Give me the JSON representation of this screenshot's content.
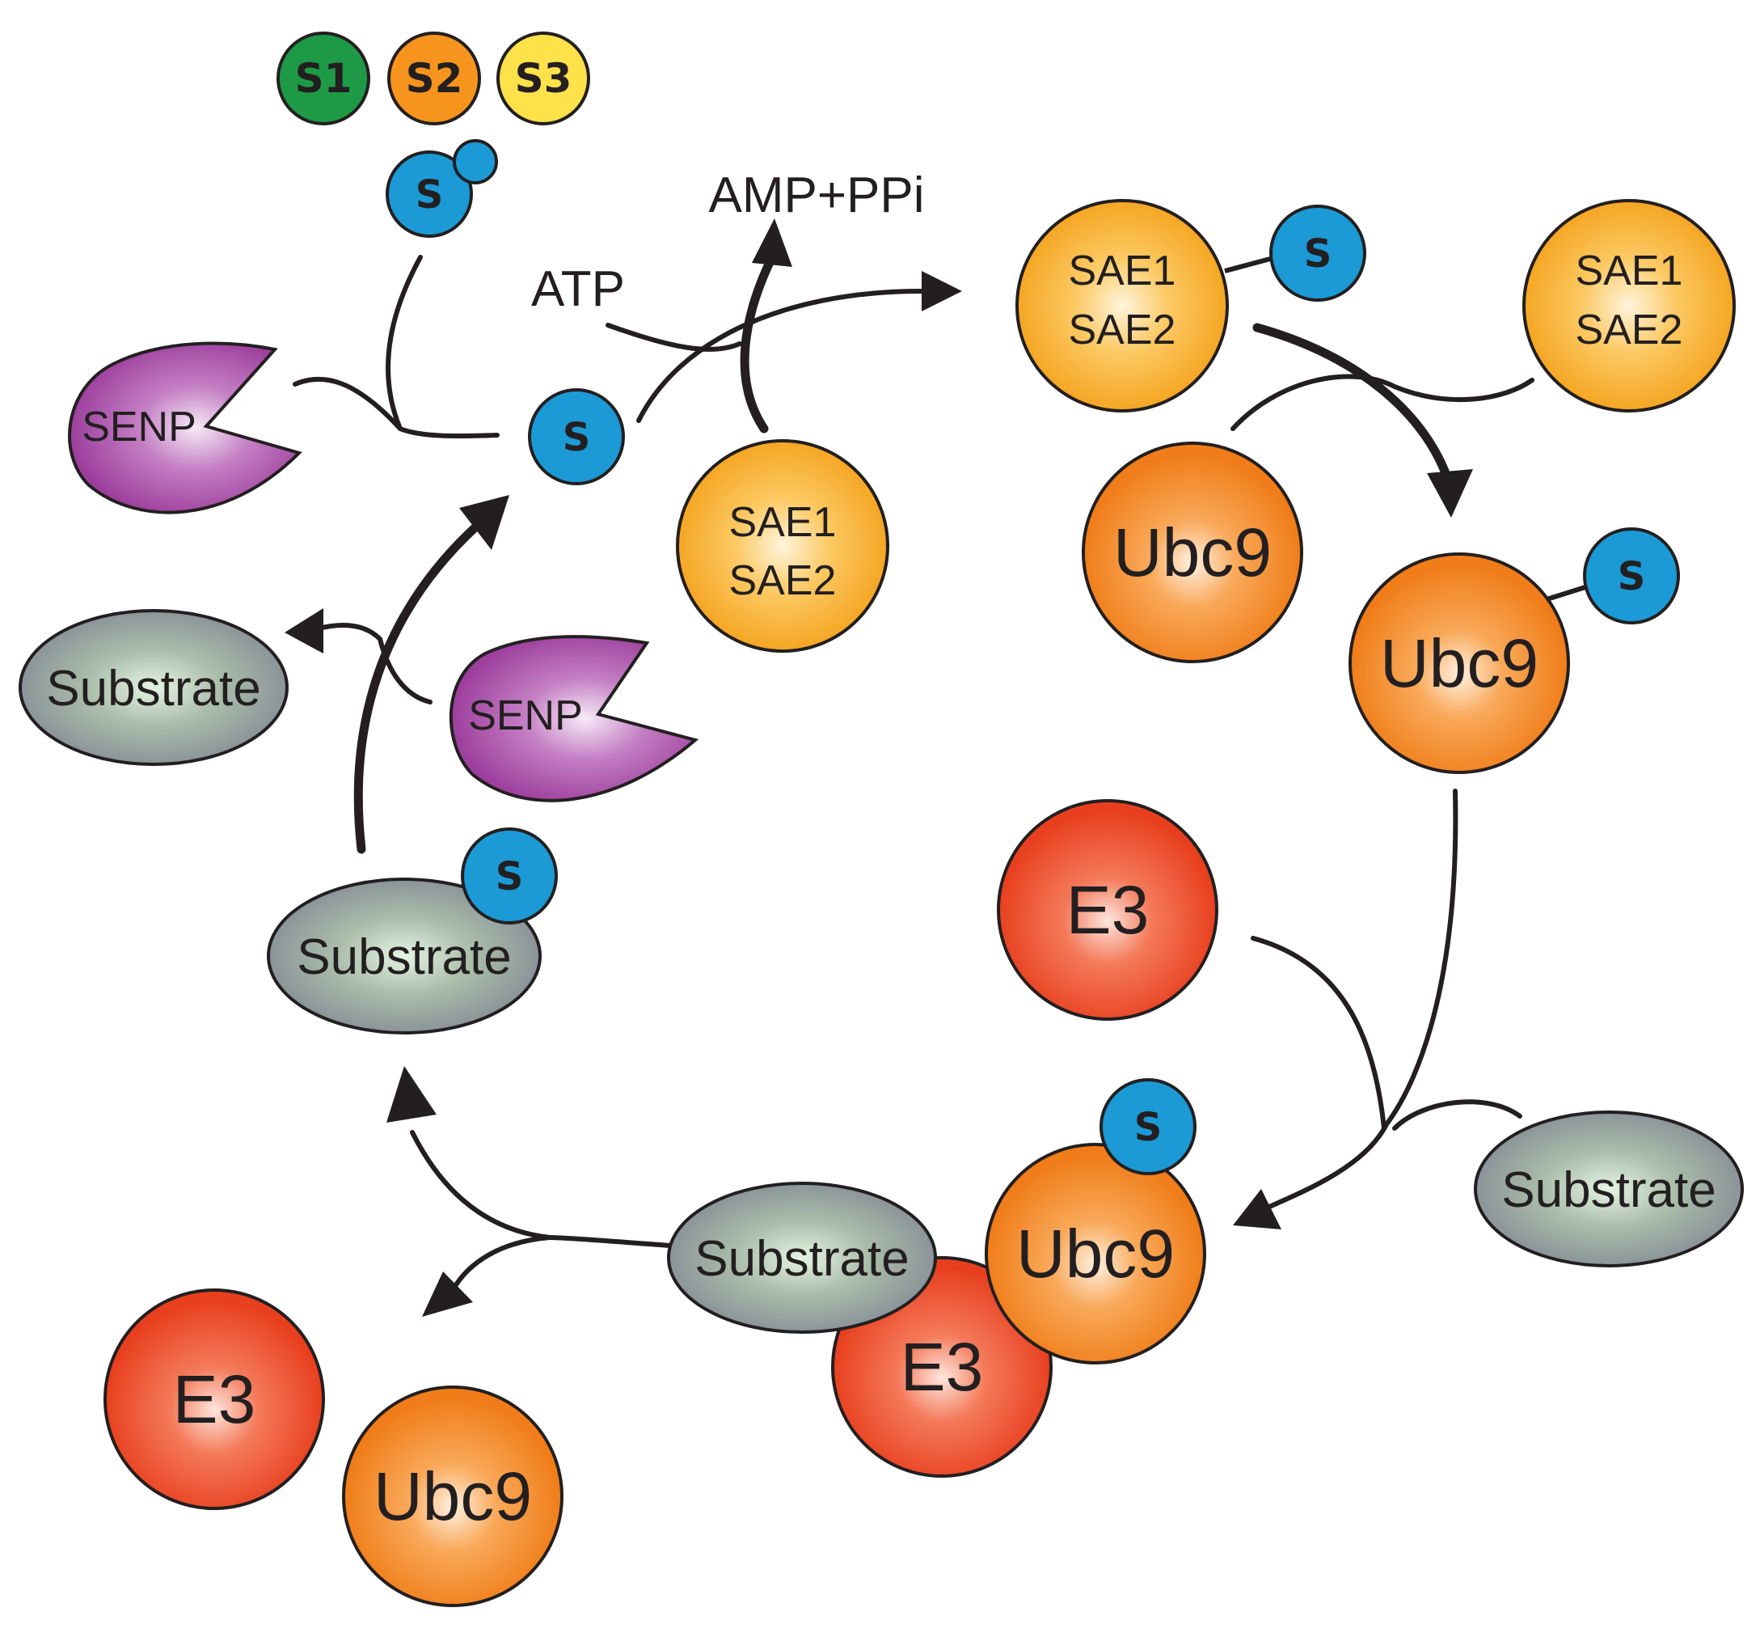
{
  "diagram": {
    "isoforms": [
      "S1",
      "S2",
      "S3"
    ],
    "isoform_colors": [
      "#1e9a47",
      "#f7941d",
      "#ffe14a"
    ],
    "sumo_label": "S",
    "sumo_color": "#1b9ad6",
    "protease_label": "SENP",
    "protease_color": "#a44ca4",
    "e1_line1": "SAE1",
    "e1_line2": "SAE2",
    "e1_color": "#fbb040",
    "e2_label": "Ubc9",
    "e2_color": "#f7941d",
    "e3_label": "E3",
    "e3_color": "#ee4a23",
    "substrate_label": "Substrate",
    "substrate_color": "#8d969d",
    "atp_label": "ATP",
    "amp_label": "AMP+PPi"
  }
}
